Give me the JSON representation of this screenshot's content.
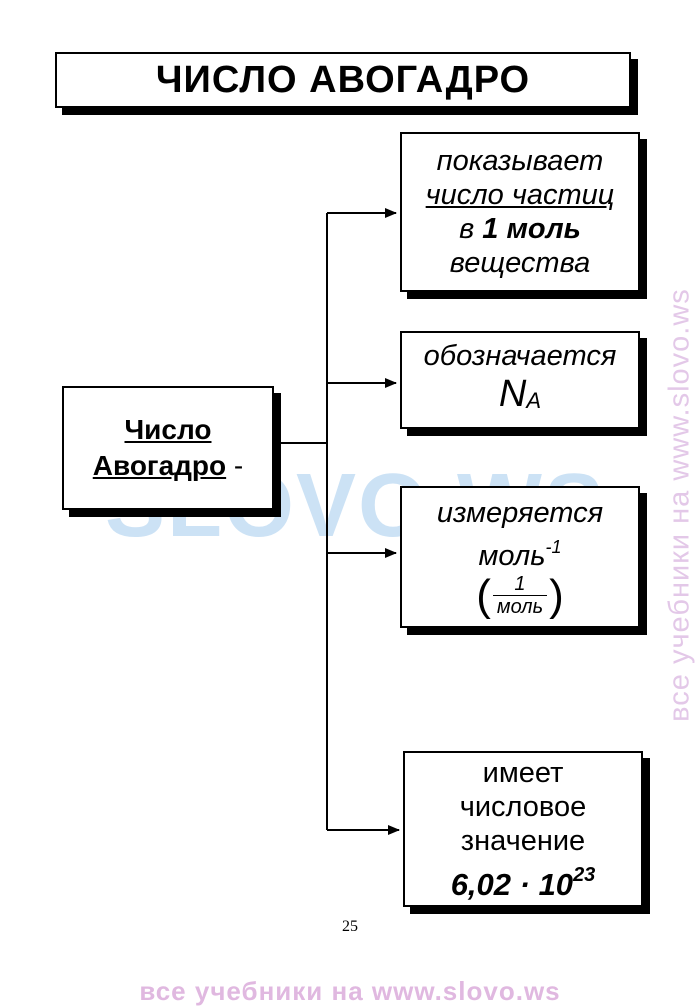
{
  "title": "ЧИСЛО АВОГАДРО",
  "main": {
    "term": "Число Авогадро",
    "line1": "Число",
    "line2": "Авогадро",
    "dash": "-"
  },
  "boxes": {
    "shows": {
      "line1": "показывает",
      "line2": "число частиц",
      "line3_pre": "в ",
      "line3_bold": "1 моль",
      "line4": "вещества"
    },
    "denoted": {
      "line1": "обозначается",
      "symbol": "N",
      "subscript": "A"
    },
    "measured": {
      "line1": "измеряется",
      "unit": "моль",
      "exponent": "-1",
      "frac_num": "1",
      "frac_den": "моль",
      "paren_open": "(",
      "paren_close": ")"
    },
    "value": {
      "line1": "имеет",
      "line2": "числовое",
      "line3": "значение",
      "mantissa": "6,02 · 10",
      "exponent": "23"
    }
  },
  "page_number": "25",
  "watermarks": {
    "center": "SLOVO.WS",
    "side": "все учебники на www.slovo.ws",
    "bottom": "все учебники на www.slovo.ws"
  }
}
